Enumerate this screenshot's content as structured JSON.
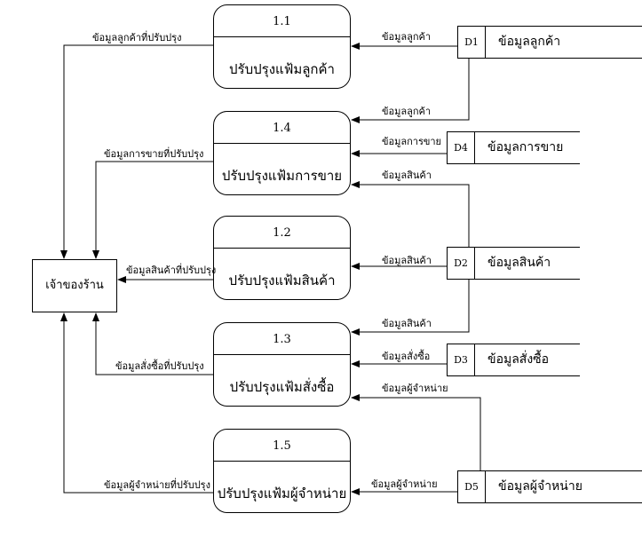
{
  "entity": {
    "name": "เจ้าของร้าน"
  },
  "processes": [
    {
      "id": "1.1",
      "name": "ปรับปรุงแฟ้มลูกค้า"
    },
    {
      "id": "1.4",
      "name": "ปรับปรุงแฟ้มการขาย"
    },
    {
      "id": "1.2",
      "name": "ปรับปรุงแฟ้มสินค้า"
    },
    {
      "id": "1.3",
      "name": "ปรับปรุงแฟ้มสั่งซื้อ"
    },
    {
      "id": "1.5",
      "name": "ปรับปรุงแฟ้มผู้จำหน่าย"
    }
  ],
  "stores": [
    {
      "id": "D1",
      "name": "ข้อมูลลูกค้า"
    },
    {
      "id": "D4",
      "name": "ข้อมูลการขาย"
    },
    {
      "id": "D2",
      "name": "ข้อมูลสินค้า"
    },
    {
      "id": "D3",
      "name": "ข้อมูลสั่งซื้อ"
    },
    {
      "id": "D5",
      "name": "ข้อมูลผู้จำหน่าย"
    }
  ],
  "flows": {
    "d1_to_p11": "ข้อมูลลูกค้า",
    "d1_to_p14": "ข้อมูลลูกค้า",
    "d4_to_p14": "ข้อมูลการขาย",
    "d2_to_p14": "ข้อมูลสินค้า",
    "d2_to_p12": "ข้อมูลสินค้า",
    "d2_to_p13": "ข้อมูลสินค้า",
    "d3_to_p13": "ข้อมูลสั่งซื้อ",
    "d5_to_p13": "ข้อมูลผู้จำหน่าย",
    "d5_to_p15": "ข้อมูลผู้จำหน่าย",
    "p11_to_owner": "ข้อมูลลูกค้าที่ปรับปรุง",
    "p14_to_owner": "ข้อมูลการขายที่ปรับปรุง",
    "p12_to_owner": "ข้อมูลสินค้าที่ปรับปรุง",
    "p13_to_owner": "ข้อมูลสั่งซื้อที่ปรับปรุง",
    "p15_to_owner": "ข้อมูลผู้จำหน่ายที่ปรับปรุง"
  }
}
